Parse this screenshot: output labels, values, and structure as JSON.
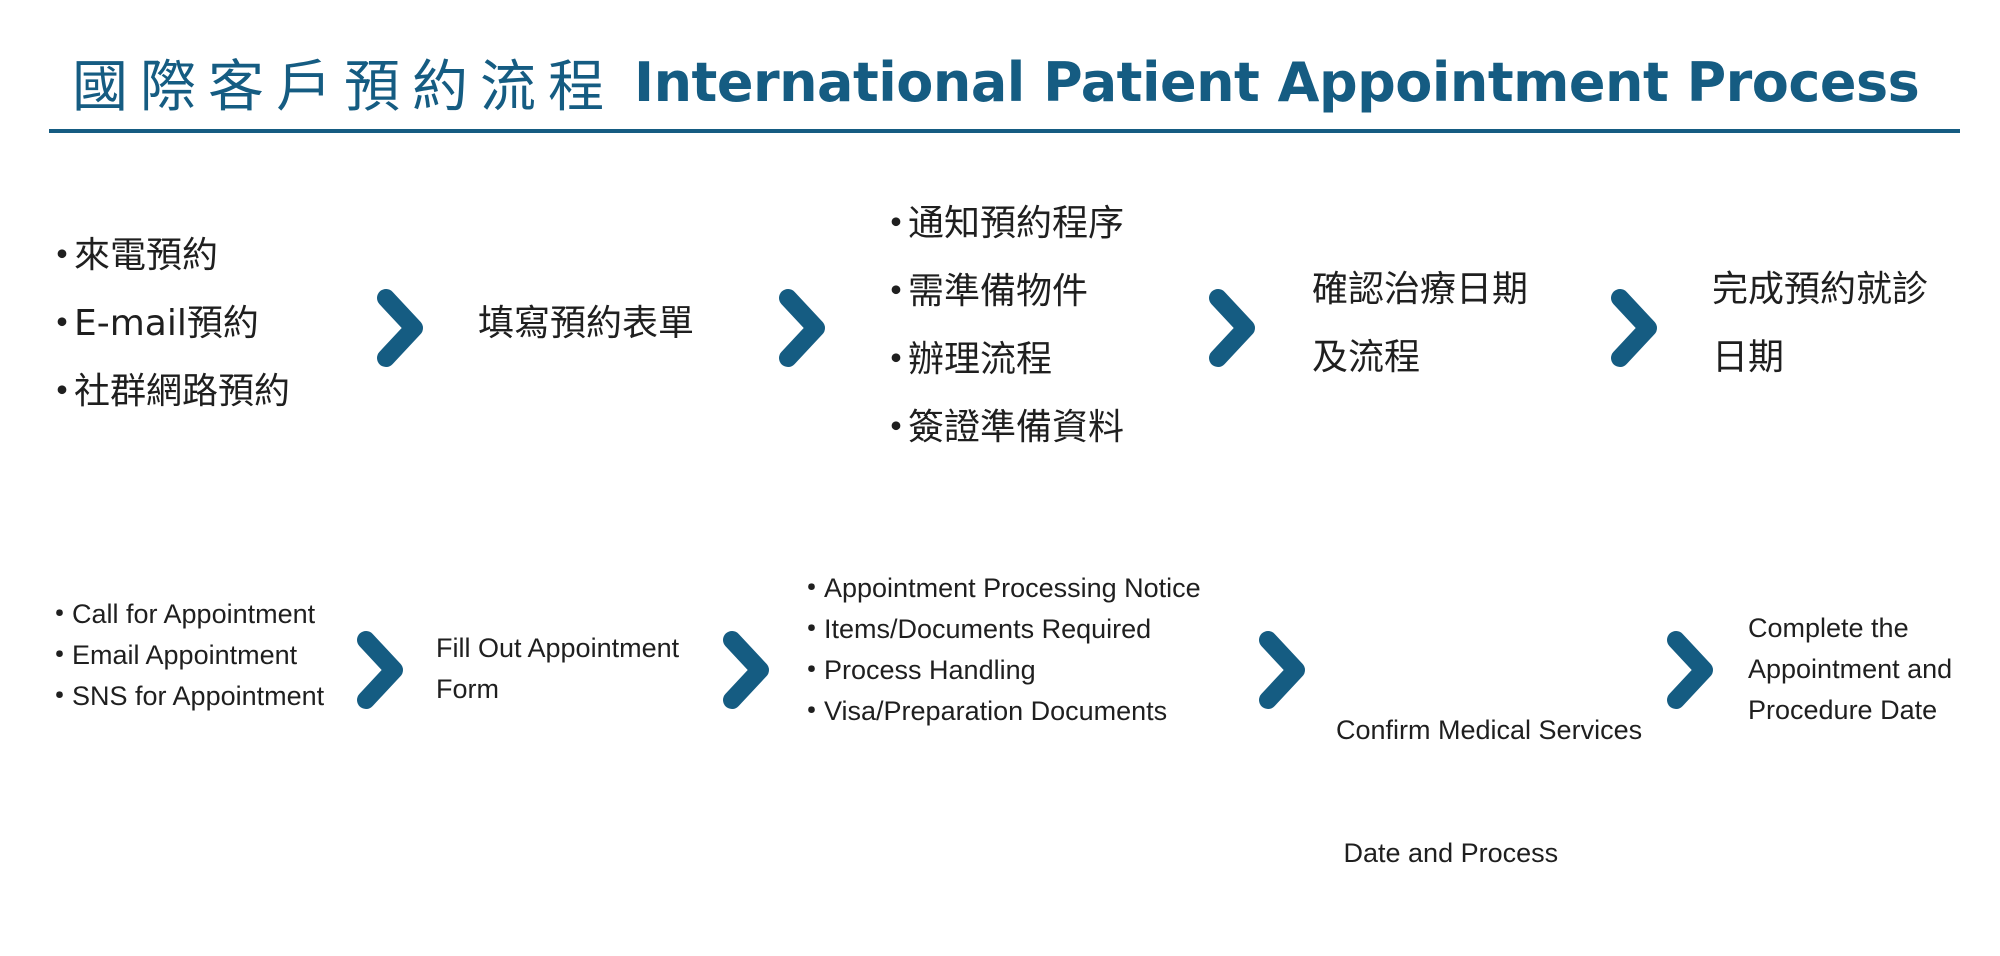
{
  "title": {
    "zh": "國際客戶預約流程",
    "en": "International Patient Appointment Process"
  },
  "colors": {
    "accent": "#155c82",
    "text": "#1f1f1f"
  },
  "flow_zh": {
    "step1": {
      "items": [
        "來電預約",
        "E-mail預約",
        "社群網路預約"
      ]
    },
    "step2": {
      "label": "填寫預約表單"
    },
    "step3": {
      "items": [
        "通知預約程序",
        "需準備物件",
        "辦理流程",
        "簽證準備資料"
      ]
    },
    "step4": {
      "lines": [
        "確認治療日期",
        "及流程"
      ]
    },
    "step5": {
      "lines": [
        "完成預約就診",
        "日期"
      ]
    }
  },
  "flow_en": {
    "step1": {
      "items": [
        "Call for Appointment",
        "Email Appointment",
        "SNS for Appointment"
      ]
    },
    "step2": {
      "lines": [
        "Fill Out Appointment",
        "Form"
      ]
    },
    "step3": {
      "items": [
        "Appointment Processing Notice",
        "Items/Documents Required",
        "Process Handling",
        "Visa/Preparation Documents"
      ]
    },
    "step4": {
      "lines": [
        "Confirm Medical Services",
        " Date and Process"
      ]
    },
    "step5": {
      "lines": [
        "Complete the",
        "Appointment and",
        "Procedure Date"
      ]
    }
  },
  "icons": {
    "arrow": "chevron-right-icon",
    "bullet": "・"
  }
}
